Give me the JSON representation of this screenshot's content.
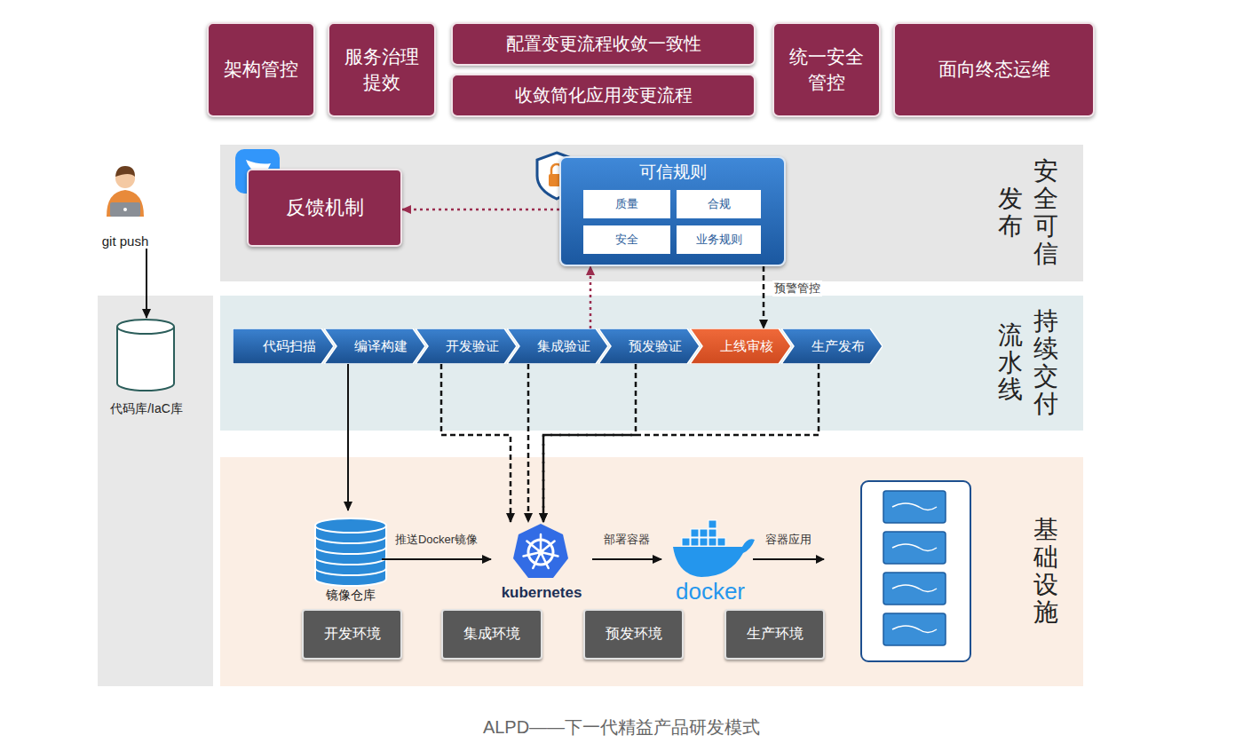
{
  "diagram": {
    "caption": "ALPD——下一代精益产品研发模式",
    "nodes": [
      {
        "text": [
          "架构管控"
        ]
      },
      {
        "text": [
          "服务治理提效"
        ]
      },
      {
        "text": [
          "配置变更流程收敛一致性"
        ]
      },
      {
        "text": [
          "收敛简化应用变更流程"
        ]
      },
      {
        "text": [
          "统一安全管控"
        ]
      },
      {
        "text": [
          "面向终态运维"
        ]
      },
      {
        "text": [
          "git push"
        ]
      },
      {
        "text": [
          "代码库/IaC库"
        ]
      },
      {
        "text": [
          "安全可信",
          "发布"
        ]
      },
      {
        "text": [
          "反馈机制"
        ],
        "in": 8
      },
      {
        "text": [
          "可信规则"
        ],
        "in": 8
      },
      {
        "text": [
          "质量"
        ],
        "in": 10
      },
      {
        "text": [
          "合规"
        ],
        "in": 10
      },
      {
        "text": [
          "安全"
        ],
        "in": 10
      },
      {
        "text": [
          "业务规则"
        ],
        "in": 10
      },
      {
        "text": [
          "持续交付",
          "流水线"
        ]
      },
      {
        "text": [
          "代码扫描"
        ],
        "in": 15
      },
      {
        "text": [
          "编译构建"
        ],
        "in": 15
      },
      {
        "text": [
          "开发验证"
        ],
        "in": 15
      },
      {
        "text": [
          "集成验证"
        ],
        "in": 15
      },
      {
        "text": [
          "预发验证"
        ],
        "in": 15
      },
      {
        "text": [
          "上线审核"
        ],
        "in": 15
      },
      {
        "text": [
          "生产发布"
        ],
        "in": 15
      },
      {
        "text": [
          "基础设施"
        ]
      },
      {
        "text": [
          "镜像仓库"
        ],
        "in": 23
      },
      {
        "text": [
          "kubernetes"
        ],
        "in": 23
      },
      {
        "text": [
          "docker"
        ],
        "in": 23
      },
      {
        "text": [
          "开发环境"
        ],
        "in": 23
      },
      {
        "text": [
          "集成环境"
        ],
        "in": 23
      },
      {
        "text": [
          "预发环境"
        ],
        "in": 23
      },
      {
        "text": [
          "生产环境"
        ],
        "in": 23
      }
    ],
    "edges": [
      {
        "from": 6,
        "to": 7,
        "arrow": "to"
      },
      {
        "from": 10,
        "to": 9,
        "arrow": "to"
      },
      {
        "from": 19,
        "to": 10,
        "arrow": "to"
      },
      {
        "from": 10,
        "to": 21,
        "label": "预警管控",
        "arrow": "to"
      },
      {
        "from": 17,
        "to": 24,
        "arrow": "to"
      },
      {
        "from": 18,
        "to": 25,
        "arrow": "to"
      },
      {
        "from": 19,
        "to": 25,
        "arrow": "to"
      },
      {
        "from": 20,
        "to": 25,
        "arrow": "to"
      },
      {
        "from": 22,
        "to": 25,
        "arrow": "to"
      },
      {
        "from": 24,
        "to": 25,
        "label": "推送Docker镜像",
        "arrow": "to"
      },
      {
        "from": 25,
        "to": 26,
        "label": "部署容器",
        "arrow": "to"
      }
    ],
    "labels": [
      "容器应用"
    ]
  }
}
